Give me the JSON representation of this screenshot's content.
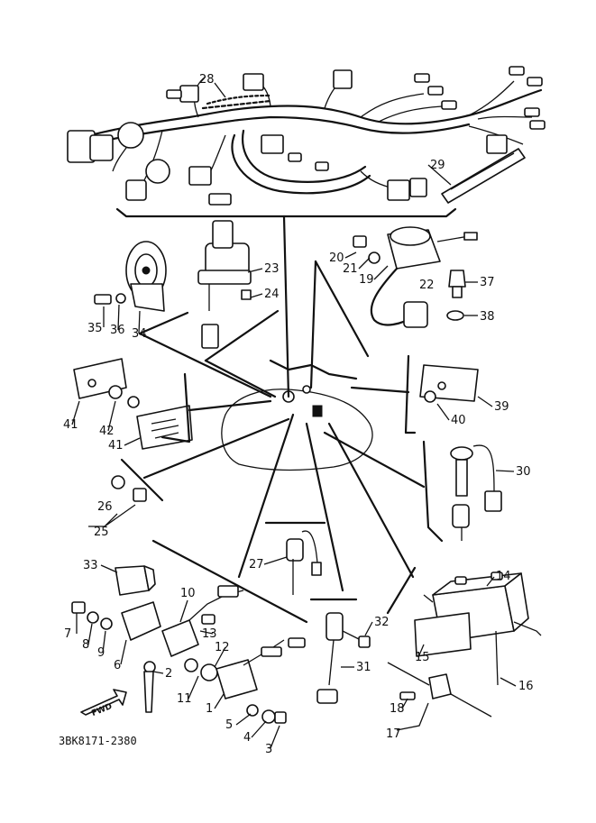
{
  "diagram_code": "3BK8171-2380",
  "arrow_label": "FWD",
  "callouts": {
    "n1": "1",
    "n2": "2",
    "n3": "3",
    "n4": "4",
    "n5": "5",
    "n6": "6",
    "n7": "7",
    "n8": "8",
    "n9": "9",
    "n10": "10",
    "n11": "11",
    "n12": "12",
    "n13": "13",
    "n14": "14",
    "n15": "15",
    "n16": "16",
    "n17": "17",
    "n18": "18",
    "n19": "19",
    "n20": "20",
    "n21": "21",
    "n22": "22",
    "n23": "23",
    "n24": "24",
    "n25": "25",
    "n26": "26",
    "n27": "27",
    "n28": "28",
    "n29": "29",
    "n30": "30",
    "n31": "31",
    "n32": "32",
    "n33": "33",
    "n34": "34",
    "n35": "35",
    "n36": "36",
    "n37": "37",
    "n38": "38",
    "n39": "39",
    "n40": "40",
    "n41a": "41",
    "n41b": "41",
    "n42": "42"
  }
}
